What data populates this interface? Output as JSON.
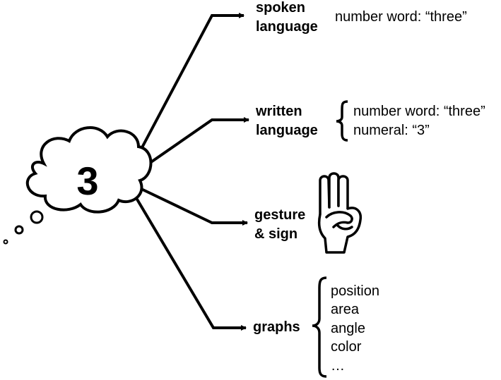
{
  "center": {
    "number": "3"
  },
  "branches": {
    "spoken": {
      "label_line1": "spoken",
      "label_line2": "language",
      "detail": "number word: “three”"
    },
    "written": {
      "label_line1": "written",
      "label_line2": "language",
      "detail1": "number word: “three”",
      "detail2": "numeral: “3”"
    },
    "gesture": {
      "label_line1": "gesture",
      "label_line2": "& sign",
      "icon": "three-fingers-hand-icon"
    },
    "graphs": {
      "label": "graphs",
      "items": [
        "position",
        "area",
        "angle",
        "color",
        "…"
      ]
    }
  },
  "colors": {
    "ink": "#000000",
    "background": "#ffffff"
  }
}
